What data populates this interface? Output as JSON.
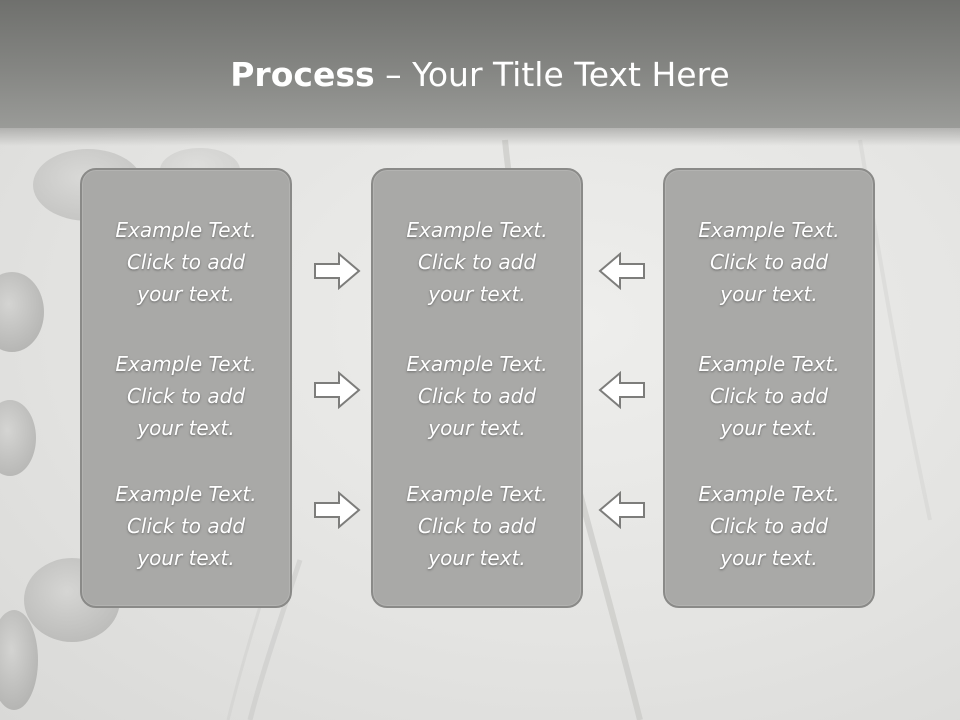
{
  "title": {
    "bold": "Process",
    "rest": " – Your Title Text Here"
  },
  "columns": [
    {
      "items": [
        {
          "line1": "Example Text.",
          "line2": "Click  to add",
          "line3": "your text."
        },
        {
          "line1": "Example Text.",
          "line2": "Click  to add",
          "line3": "your text."
        },
        {
          "line1": "Example Text.",
          "line2": "Click  to add",
          "line3": "your text."
        }
      ]
    },
    {
      "items": [
        {
          "line1": "Example Text.",
          "line2": "Click  to add",
          "line3": "your text."
        },
        {
          "line1": "Example Text.",
          "line2": "Click  to add",
          "line3": "your text."
        },
        {
          "line1": "Example Text.",
          "line2": "Click  to add",
          "line3": "your text."
        }
      ]
    },
    {
      "items": [
        {
          "line1": "Example Text.",
          "line2": "Click  to add",
          "line3": "your text."
        },
        {
          "line1": "Example Text.",
          "line2": "Click  to add",
          "line3": "your text."
        },
        {
          "line1": "Example Text.",
          "line2": "Click  to add",
          "line3": "your text."
        }
      ]
    }
  ],
  "arrows": {
    "left_to_center": "arrow-right-icon",
    "right_to_center": "arrow-left-icon"
  },
  "colors": {
    "title_band": "#858683",
    "panel_fill": "#a9a9a7",
    "panel_border": "#8a8a88",
    "text": "#ffffff",
    "arrow_stroke": "#7d7d7b",
    "arrow_fill": "#ffffff"
  }
}
